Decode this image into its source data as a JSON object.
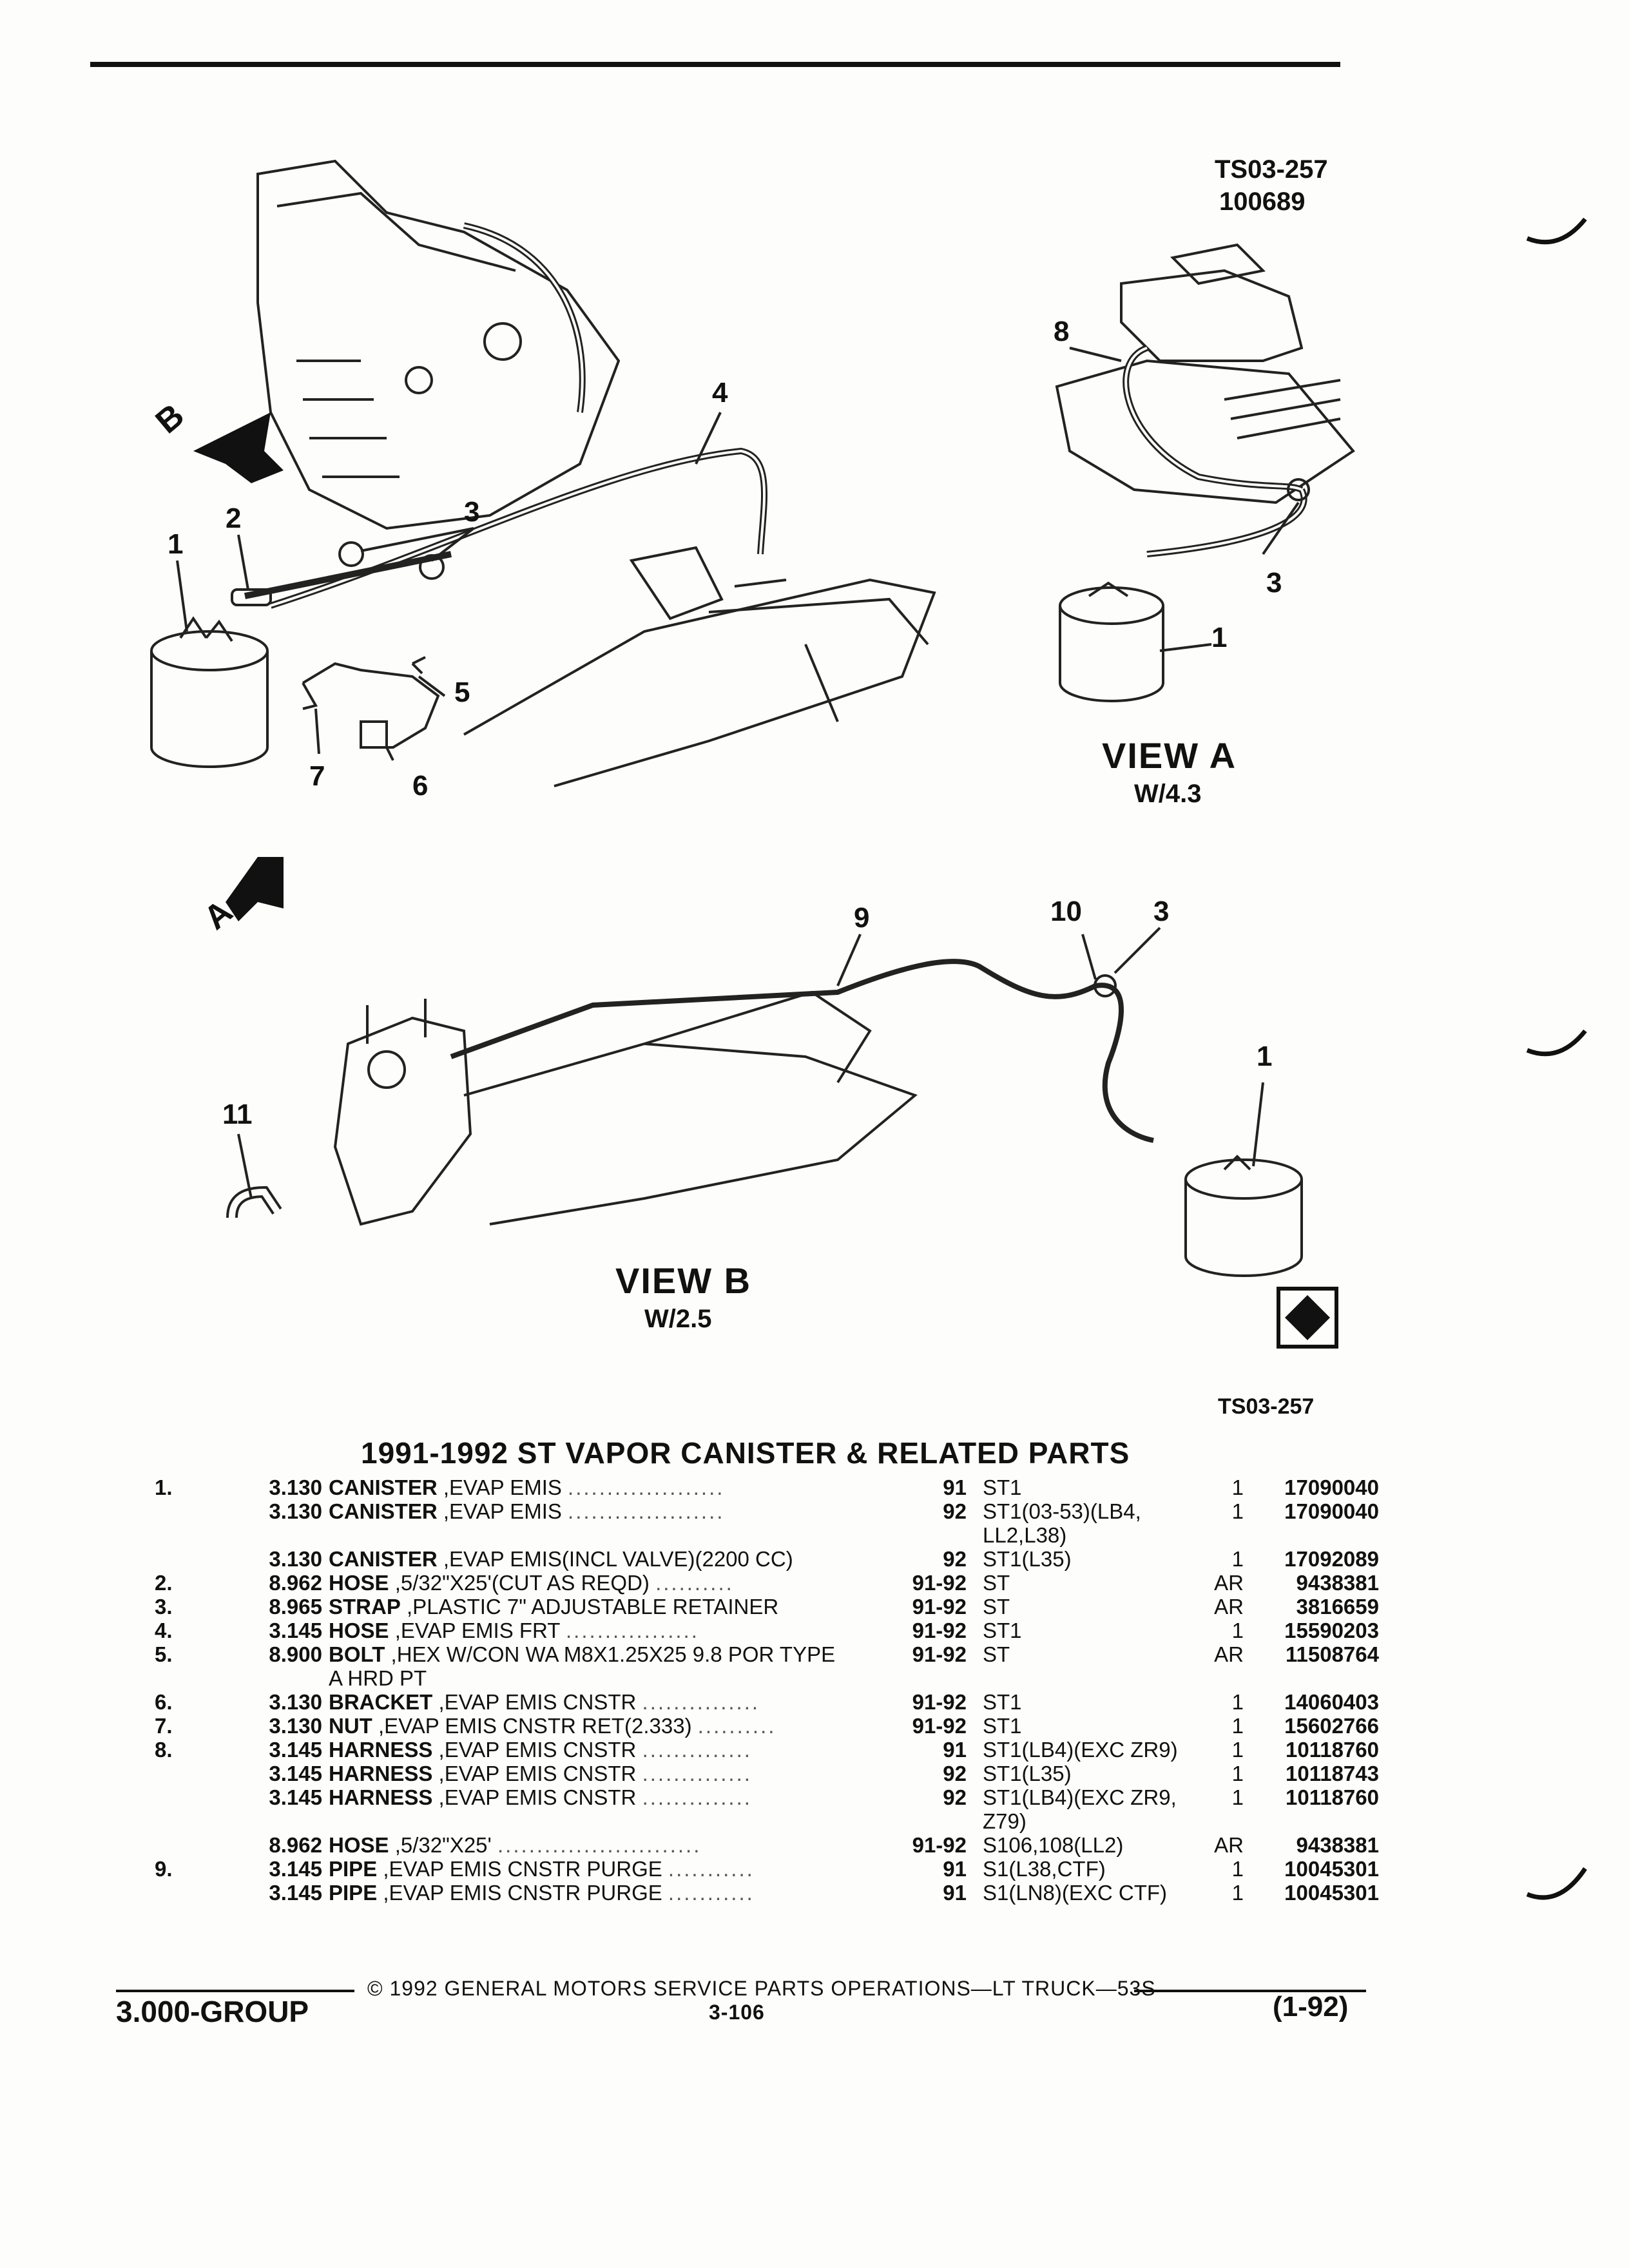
{
  "header": {
    "ref_code": "TS03-257",
    "ref_number": "100689"
  },
  "diagram": {
    "callouts": [
      "1",
      "2",
      "3",
      "4",
      "5",
      "6",
      "7",
      "8",
      "3",
      "1",
      "9",
      "10",
      "3",
      "1",
      "11"
    ],
    "arrow_letters": [
      "B",
      "A"
    ],
    "view_a": {
      "title": "VIEW A",
      "subtitle": "W/4.3"
    },
    "view_b": {
      "title": "VIEW B",
      "subtitle": "W/2.5"
    },
    "bottom_ref": "TS03-257"
  },
  "section": {
    "title": "1991-1992 ST VAPOR CANISTER & RELATED PARTS"
  },
  "parts": [
    {
      "item": "1.",
      "group": "3.130",
      "name": "CANISTER",
      "desc": ",EVAP EMIS",
      "year": "91",
      "model": "ST1",
      "qty": "1",
      "part": "17090040"
    },
    {
      "item": "",
      "group": "3.130",
      "name": "CANISTER",
      "desc": ",EVAP EMIS",
      "year": "92",
      "model": "ST1(03-53)(LB4, LL2,L38)",
      "qty": "1",
      "part": "17090040"
    },
    {
      "item": "",
      "group": "3.130",
      "name": "CANISTER",
      "desc": ",EVAP EMIS(INCL VALVE)(2200 CC)",
      "year": "92",
      "model": "ST1(L35)",
      "qty": "1",
      "part": "17092089"
    },
    {
      "item": "2.",
      "group": "8.962",
      "name": "HOSE",
      "desc": ",5/32\"X25'(CUT AS REQD)",
      "year": "91-92",
      "model": "ST",
      "qty": "AR",
      "part": "9438381"
    },
    {
      "item": "3.",
      "group": "8.965",
      "name": "STRAP",
      "desc": ",PLASTIC 7\" ADJUSTABLE RETAINER",
      "year": "91-92",
      "model": "ST",
      "qty": "AR",
      "part": "3816659"
    },
    {
      "item": "4.",
      "group": "3.145",
      "name": "HOSE",
      "desc": ",EVAP EMIS FRT",
      "year": "91-92",
      "model": "ST1",
      "qty": "1",
      "part": "15590203"
    },
    {
      "item": "5.",
      "group": "8.900",
      "name": "BOLT",
      "desc": ",HEX W/CON WA M8X1.25X25 9.8 POR TYPE A HRD PT",
      "year": "91-92",
      "model": "ST",
      "qty": "AR",
      "part": "11508764"
    },
    {
      "item": "6.",
      "group": "3.130",
      "name": "BRACKET",
      "desc": ",EVAP EMIS CNSTR",
      "year": "91-92",
      "model": "ST1",
      "qty": "1",
      "part": "14060403"
    },
    {
      "item": "7.",
      "group": "3.130",
      "name": "NUT",
      "desc": ",EVAP EMIS CNSTR RET(2.333)",
      "year": "91-92",
      "model": "ST1",
      "qty": "1",
      "part": "15602766"
    },
    {
      "item": "8.",
      "group": "3.145",
      "name": "HARNESS",
      "desc": ",EVAP EMIS CNSTR",
      "year": "91",
      "model": "ST1(LB4)(EXC ZR9)",
      "qty": "1",
      "part": "10118760"
    },
    {
      "item": "",
      "group": "3.145",
      "name": "HARNESS",
      "desc": ",EVAP EMIS CNSTR",
      "year": "92",
      "model": "ST1(L35)",
      "qty": "1",
      "part": "10118743"
    },
    {
      "item": "",
      "group": "3.145",
      "name": "HARNESS",
      "desc": ",EVAP EMIS CNSTR",
      "year": "92",
      "model": "ST1(LB4)(EXC ZR9, Z79)",
      "qty": "1",
      "part": "10118760"
    },
    {
      "item": "",
      "group": "8.962",
      "name": "HOSE",
      "desc": ",5/32\"X25'",
      "year": "91-92",
      "model": "S106,108(LL2)",
      "qty": "AR",
      "part": "9438381"
    },
    {
      "item": "9.",
      "group": "3.145",
      "name": "PIPE",
      "desc": ",EVAP EMIS CNSTR PURGE",
      "year": "91",
      "model": "S1(L38,CTF)",
      "qty": "1",
      "part": "10045301"
    },
    {
      "item": "",
      "group": "3.145",
      "name": "PIPE",
      "desc": ",EVAP EMIS CNSTR PURGE",
      "year": "91",
      "model": "S1(LN8)(EXC CTF)",
      "qty": "1",
      "part": "10045301"
    }
  ],
  "footer": {
    "copyright": "© 1992 GENERAL MOTORS SERVICE PARTS OPERATIONS—LT TRUCK—53S",
    "group": "3.000-GROUP",
    "page": "3-106",
    "revision": "(1-92)"
  }
}
